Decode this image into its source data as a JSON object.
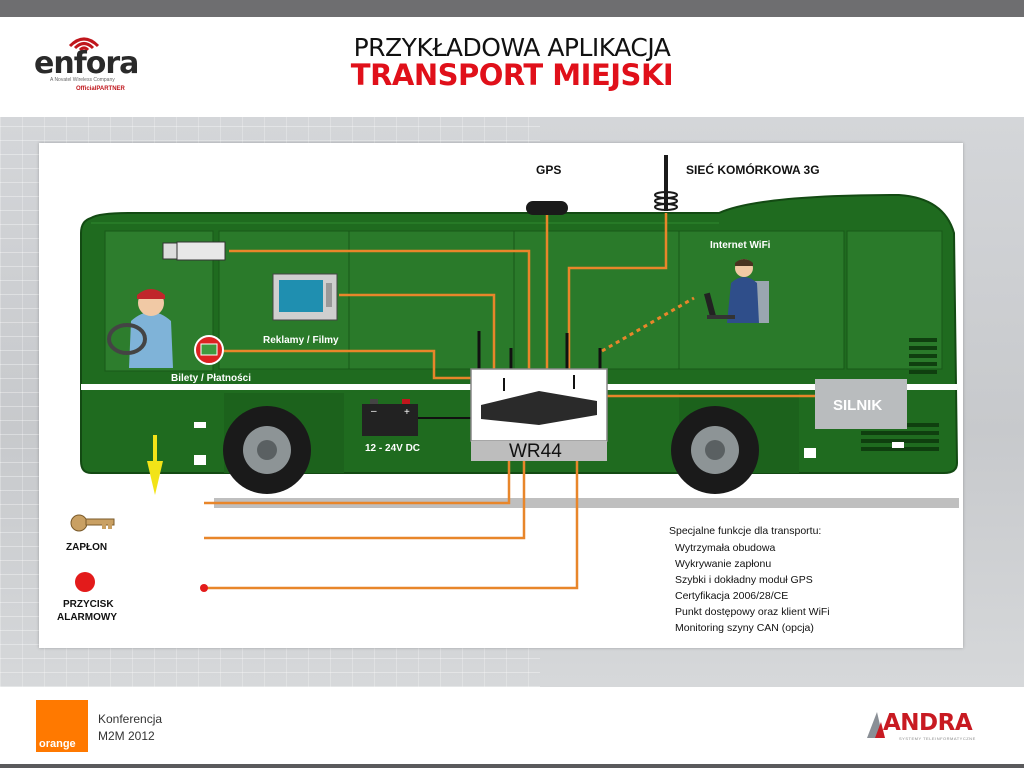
{
  "header": {
    "title_line1": "PRZYKŁADOWA APLIKACJA",
    "title_line2": "TRANSPORT MIEJSKI",
    "logo": {
      "brand": "enfora",
      "tagline": "A Novatel Wireless Company",
      "partner_label": "OfficialPARTNER"
    }
  },
  "diagram": {
    "labels": {
      "gps": "GPS",
      "cellular": "SIEĆ KOMÓRKOWA 3G",
      "internet_wifi": "Internet WiFi",
      "ads": "Reklamy / Filmy",
      "tickets": "Bilety / Płatności",
      "engine": "SILNIK",
      "power": "12 - 24V DC",
      "device": "WR44",
      "ignition": "ZAPŁON",
      "alarm_line1": "PRZYCISK",
      "alarm_line2": "ALARMOWY"
    },
    "features": {
      "heading": "Specjalne funkcje dla transportu:",
      "items": [
        "Wytrzymała obudowa",
        "Wykrywanie zapłonu",
        "Szybki i dokładny moduł GPS",
        "Certyfikacja 2006/28/CE",
        "Punkt dostępowy oraz klient WiFi",
        "Monitoring szyny CAN (opcja)"
      ]
    },
    "colors": {
      "bus_green": "#1f6b1f",
      "wire_orange": "#e8862a",
      "alarm_red": "#e31b1b",
      "engine_box": "#b9bcbe"
    }
  },
  "footer": {
    "operator_logo": "orange",
    "conference_line1": "Konferencja",
    "conference_line2": "M2M 2012",
    "partner_logo": "ANDRA",
    "partner_tagline": "SYSTEMY TELEINFORMATYCZNE"
  }
}
